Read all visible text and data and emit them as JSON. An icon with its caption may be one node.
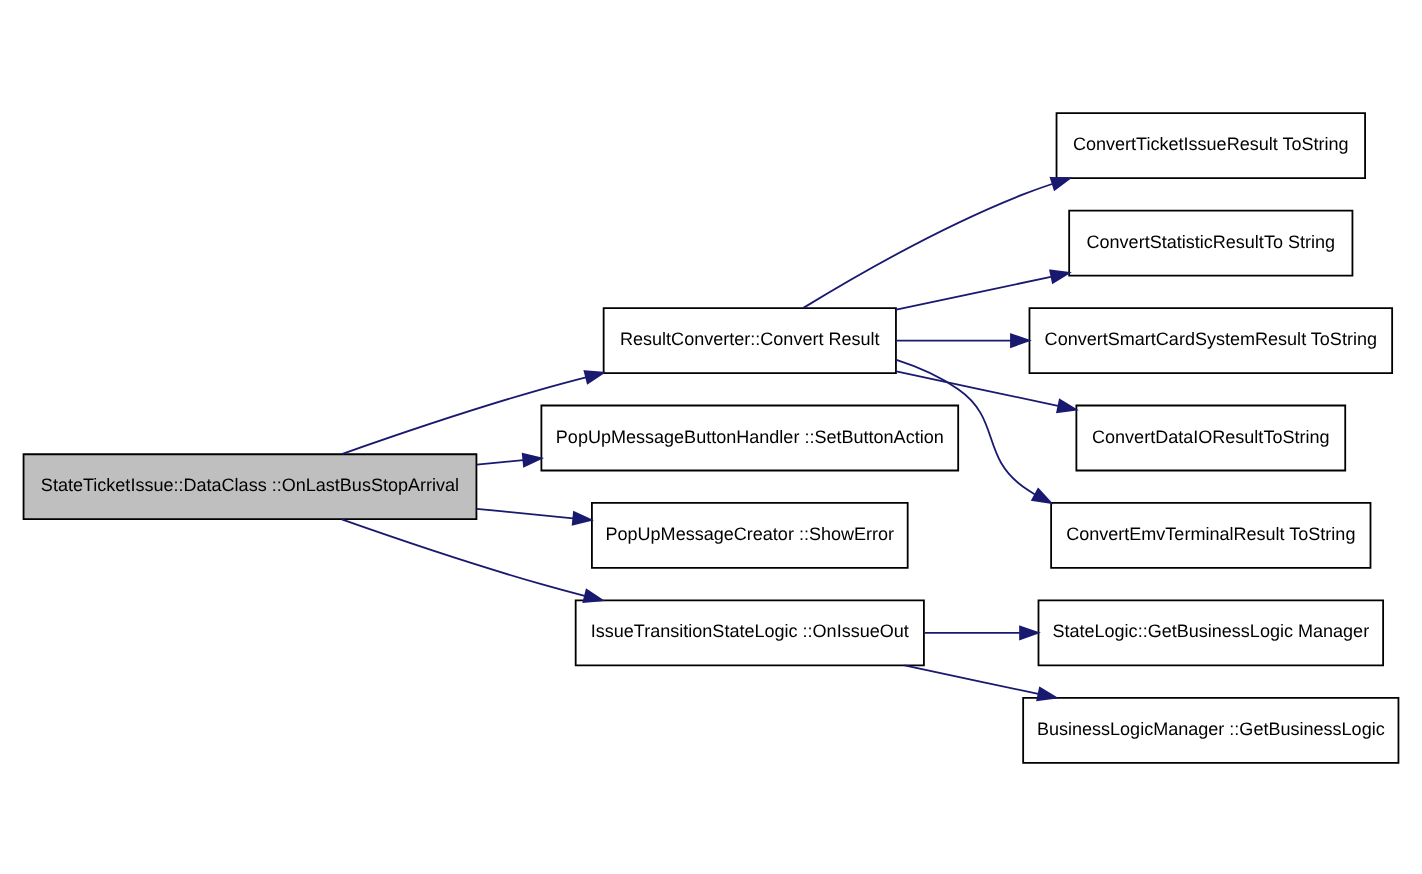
{
  "diagram": {
    "nodes": [
      {
        "text": [
          "StateTicketIssue::DataClass ::OnLastBusStopArrival"
        ]
      },
      {
        "text": [
          "ResultConverter::Convert Result"
        ]
      },
      {
        "text": [
          "PopUpMessageButtonHandler ::SetButtonAction"
        ]
      },
      {
        "text": [
          "PopUpMessageCreator ::ShowError"
        ]
      },
      {
        "text": [
          "IssueTransitionStateLogic ::OnIssueOut"
        ]
      },
      {
        "text": [
          "ConvertTicketIssueResult ToString"
        ]
      },
      {
        "text": [
          "ConvertStatisticResultTo String"
        ]
      },
      {
        "text": [
          "ConvertSmartCardSystemResult ToString"
        ]
      },
      {
        "text": [
          "ConvertDataIOResultToString"
        ]
      },
      {
        "text": [
          "ConvertEmvTerminalResult ToString"
        ]
      },
      {
        "text": [
          "StateLogic::GetBusinessLogic Manager"
        ]
      },
      {
        "text": [
          "BusinessLogicManager ::GetBusinessLogic"
        ]
      }
    ],
    "edges": [
      {
        "from": 0,
        "to": 1,
        "arrow": "to"
      },
      {
        "from": 0,
        "to": 2,
        "arrow": "to"
      },
      {
        "from": 0,
        "to": 3,
        "arrow": "to"
      },
      {
        "from": 0,
        "to": 4,
        "arrow": "to"
      },
      {
        "from": 1,
        "to": 5,
        "arrow": "to"
      },
      {
        "from": 1,
        "to": 6,
        "arrow": "to"
      },
      {
        "from": 1,
        "to": 7,
        "arrow": "to"
      },
      {
        "from": 1,
        "to": 8,
        "arrow": "to"
      },
      {
        "from": 1,
        "to": 9,
        "arrow": "to"
      },
      {
        "from": 4,
        "to": 10,
        "arrow": "to"
      },
      {
        "from": 4,
        "to": 11,
        "arrow": "to"
      }
    ]
  }
}
